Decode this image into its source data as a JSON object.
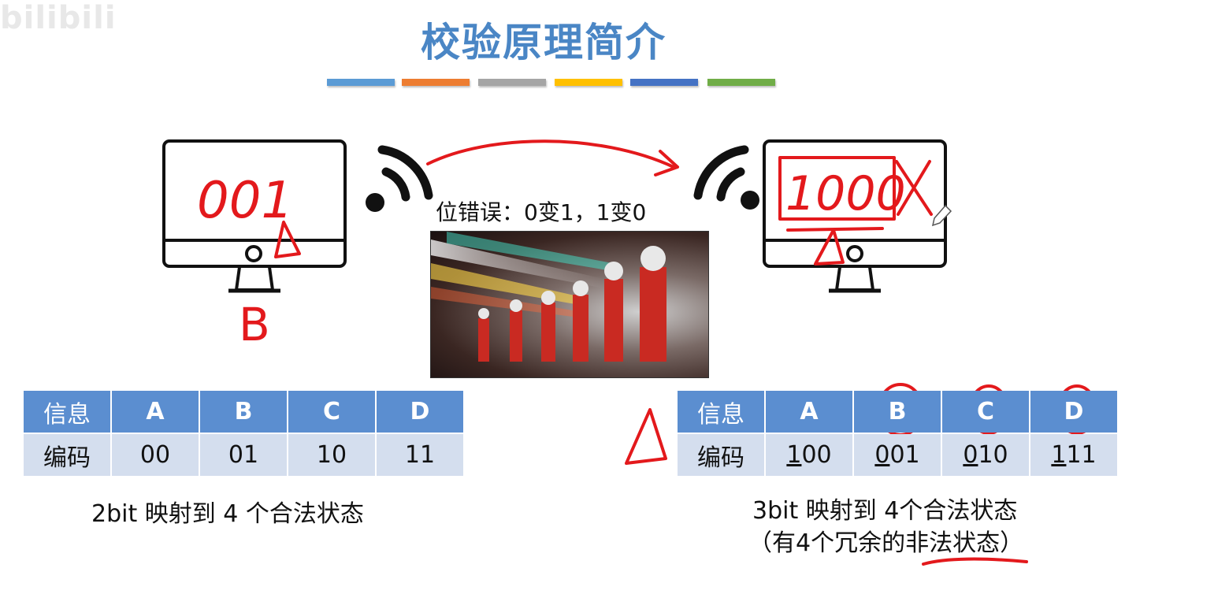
{
  "watermark": "bilibili",
  "title": "校验原理简介",
  "title_bars": [
    "#5b9bd5",
    "#ed7d31",
    "#a5a5a5",
    "#ffc000",
    "#4472c4",
    "#70ad47"
  ],
  "left_monitor": {
    "handwritten_value": "001",
    "handwritten_label": "B"
  },
  "right_monitor": {
    "handwritten_value": "1000"
  },
  "bit_error_text": "位错误：0变1，1变0",
  "left_table": {
    "header": [
      "信息",
      "A",
      "B",
      "C",
      "D"
    ],
    "row": [
      "编码",
      "00",
      "01",
      "10",
      "11"
    ]
  },
  "right_table": {
    "header": [
      "信息",
      "A",
      "B",
      "C",
      "D"
    ],
    "row_label": "编码",
    "codes": [
      {
        "first": "1",
        "rest": "00"
      },
      {
        "first": "0",
        "rest": "01"
      },
      {
        "first": "0",
        "rest": "10"
      },
      {
        "first": "1",
        "rest": "11"
      }
    ]
  },
  "left_caption": "2bit 映射到 4 个合法状态",
  "right_caption_1": "3bit 映射到 4个合法状态",
  "right_caption_2": "（有4个冗余的非法状态）"
}
